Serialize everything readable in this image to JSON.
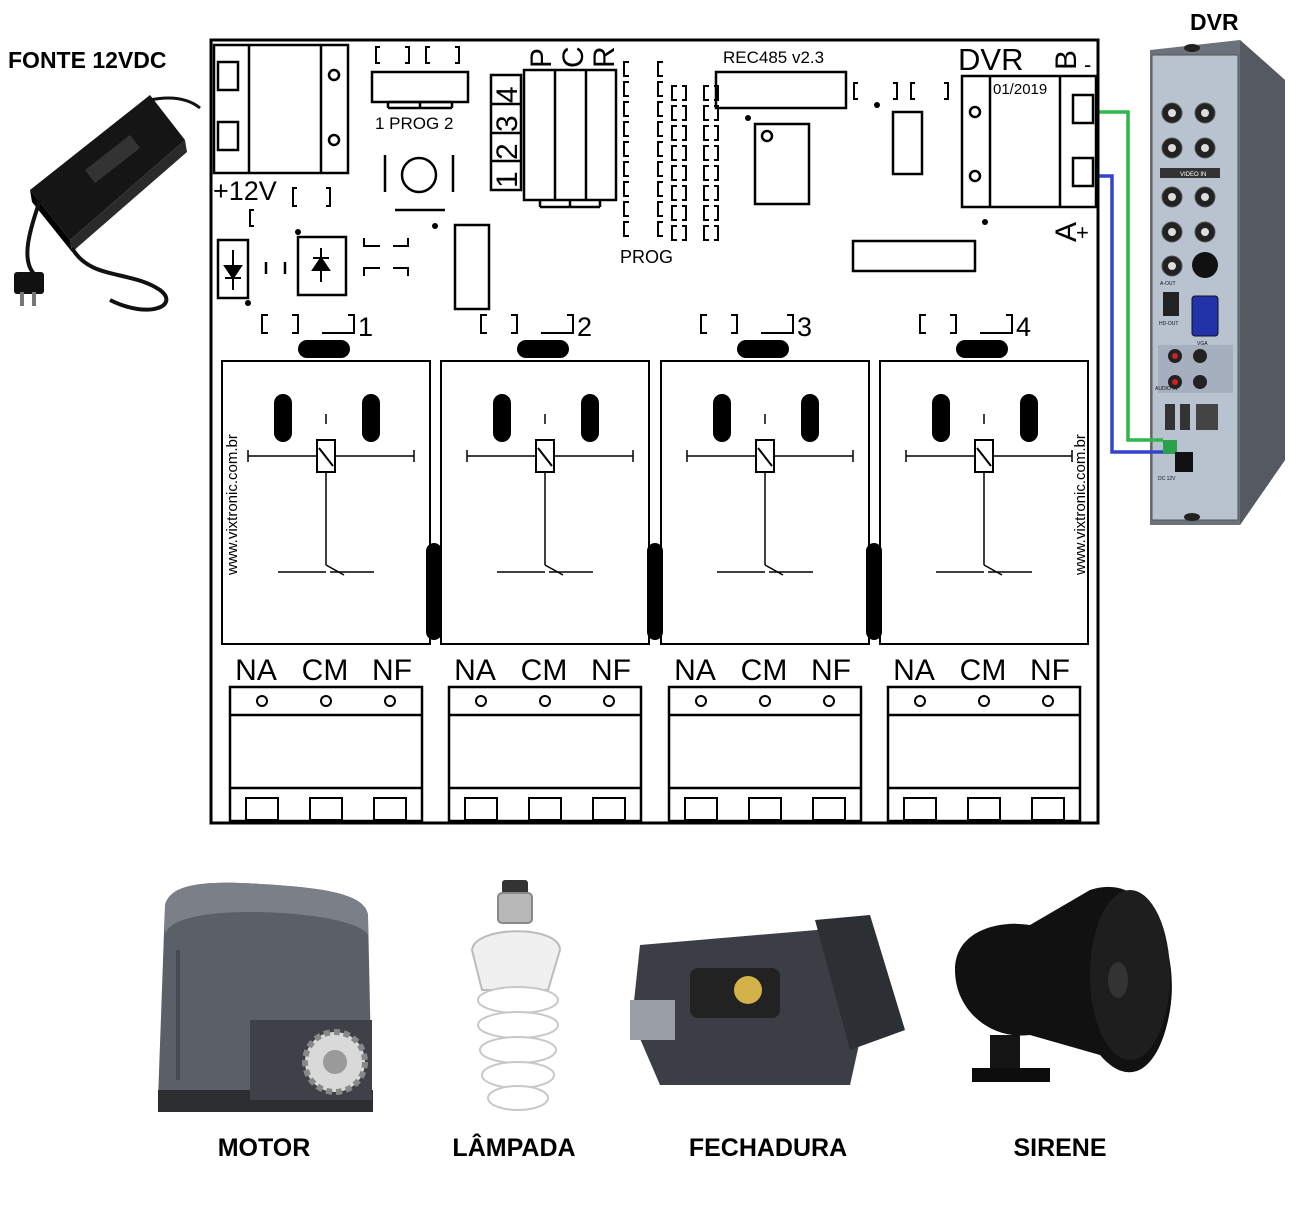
{
  "labels": {
    "fonte": "FONTE 12VDC",
    "dvr_device": "DVR",
    "board_model": "REC485 v2.3",
    "board_dvr": "DVR",
    "board_date": "01/2019",
    "b_terminal": "B",
    "b_polarity": "-",
    "a_terminal": "A",
    "a_polarity": "+",
    "power_in": "+12V",
    "prog_jumper": "1 PROG 2",
    "prog_bottom": "PROG",
    "p_label": "P",
    "c_label": "C",
    "r_label": "R",
    "dip_1": "1",
    "dip_2": "2",
    "dip_3": "3",
    "dip_4": "4",
    "site_left": "www.vixtronic.com.br",
    "site_right": "www.vixtronic.com.br"
  },
  "relays": [
    {
      "number": "1",
      "na": "NA",
      "cm": "CM",
      "nf": "NF"
    },
    {
      "number": "2",
      "na": "NA",
      "cm": "CM",
      "nf": "NF"
    },
    {
      "number": "3",
      "na": "NA",
      "cm": "CM",
      "nf": "NF"
    },
    {
      "number": "4",
      "na": "NA",
      "cm": "CM",
      "nf": "NF"
    }
  ],
  "dvr_panel": {
    "video_in": "VIDEO IN",
    "a_out": "A-OUT",
    "hdmi": "HD-OUT",
    "vga": "VGA",
    "audio_in": "AUDIO IN",
    "power": "DC 12V"
  },
  "devices": [
    {
      "name": "MOTOR"
    },
    {
      "name": "LÂMPADA"
    },
    {
      "name": "FECHADURA"
    },
    {
      "name": "SIRENE"
    }
  ],
  "colors": {
    "wire_a": "#2db84a",
    "wire_b": "#3344cc",
    "dvr_body": "#6c727c",
    "dvr_face": "#b9c3d0"
  }
}
